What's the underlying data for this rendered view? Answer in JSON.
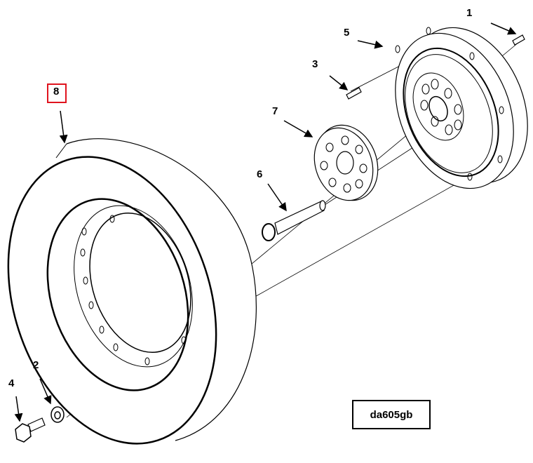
{
  "diagram": {
    "callouts": {
      "part_1": "1",
      "part_2": "2",
      "part_3": "3",
      "part_4": "4",
      "part_5": "5",
      "part_6": "6",
      "part_7": "7",
      "part_8": "8"
    },
    "highlighted_callout": "8",
    "highlight_color": "#e0141e",
    "drawing_code": "da605gb"
  }
}
